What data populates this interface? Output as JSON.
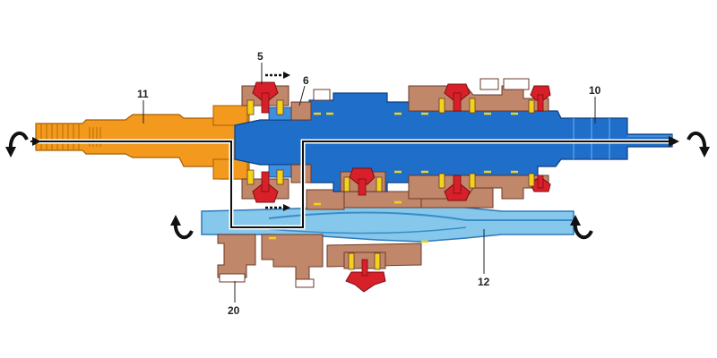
{
  "labels": {
    "l5": "5",
    "l6": "6",
    "l10": "10",
    "l11": "11",
    "l12": "12",
    "l20": "20"
  },
  "colors": {
    "input_shaft": "#F39A1E",
    "main_shaft": "#1F6EC9",
    "main_shaft_light": "#3D8FE0",
    "countershaft": "#86C7EC",
    "countershaft_dark": "#3A8CC8",
    "gear": "#C1876A",
    "synchro_hub": "#D8202A",
    "synchro_ring": "#F2D21B",
    "power_flow": "#1A1A1A"
  },
  "icons": [
    "rotation-arrow-icon",
    "shift-direction-arrow-icon",
    "power-flow-line"
  ]
}
